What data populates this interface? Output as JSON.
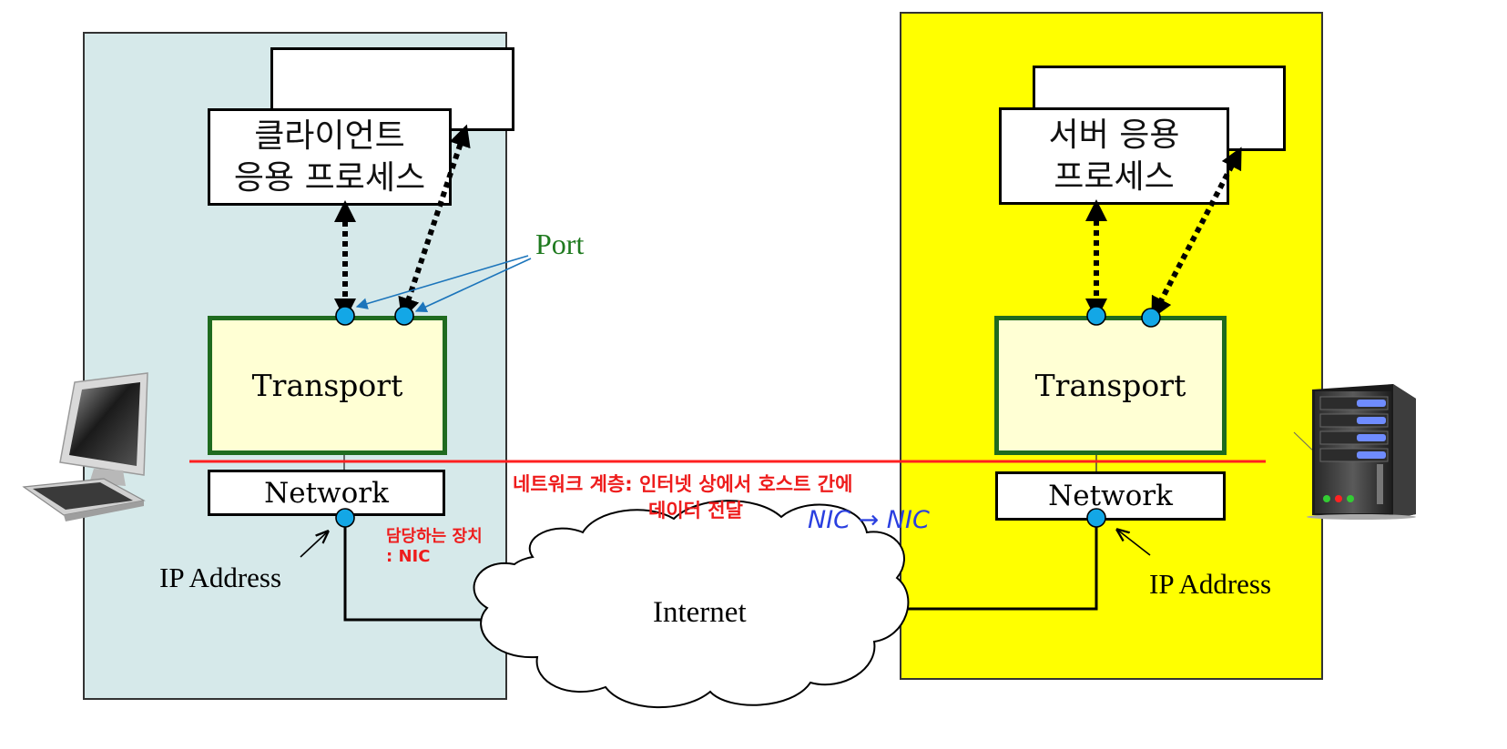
{
  "colors": {
    "client_bg": "#d6e9ea",
    "server_bg": "#ffff00",
    "transport_fill": "#ffffd4",
    "transport_border": "#1f6b1f",
    "port": "#13a7e6",
    "pointer": "#1c75bb",
    "divider": "#ff2020",
    "note_red": "#ee1c1c",
    "note_blue": "#2a3fe0",
    "port_label": "#1f7a1f"
  },
  "client": {
    "app_label": "클라이언트\n응용 프로세스",
    "transport_label": "Transport",
    "network_label": "Network",
    "ip_label": "IP Address",
    "port_label": "Port"
  },
  "server": {
    "app_label": "서버 응용\n프로세스",
    "transport_label": "Transport",
    "network_label": "Network",
    "ip_label": "IP Address"
  },
  "internet_label": "Internet",
  "notes": {
    "network_layer_line1": "네트워크 계층: 인터넷 상에서 호스트 간에",
    "network_layer_line2": "데이터 전달",
    "device_line1": "담당하는 장치",
    "device_line2": ": NIC",
    "nic_to_nic": "NIC → NIC"
  },
  "icons": {
    "client_host": "desktop-computer-icon",
    "server_host": "server-tower-icon"
  }
}
